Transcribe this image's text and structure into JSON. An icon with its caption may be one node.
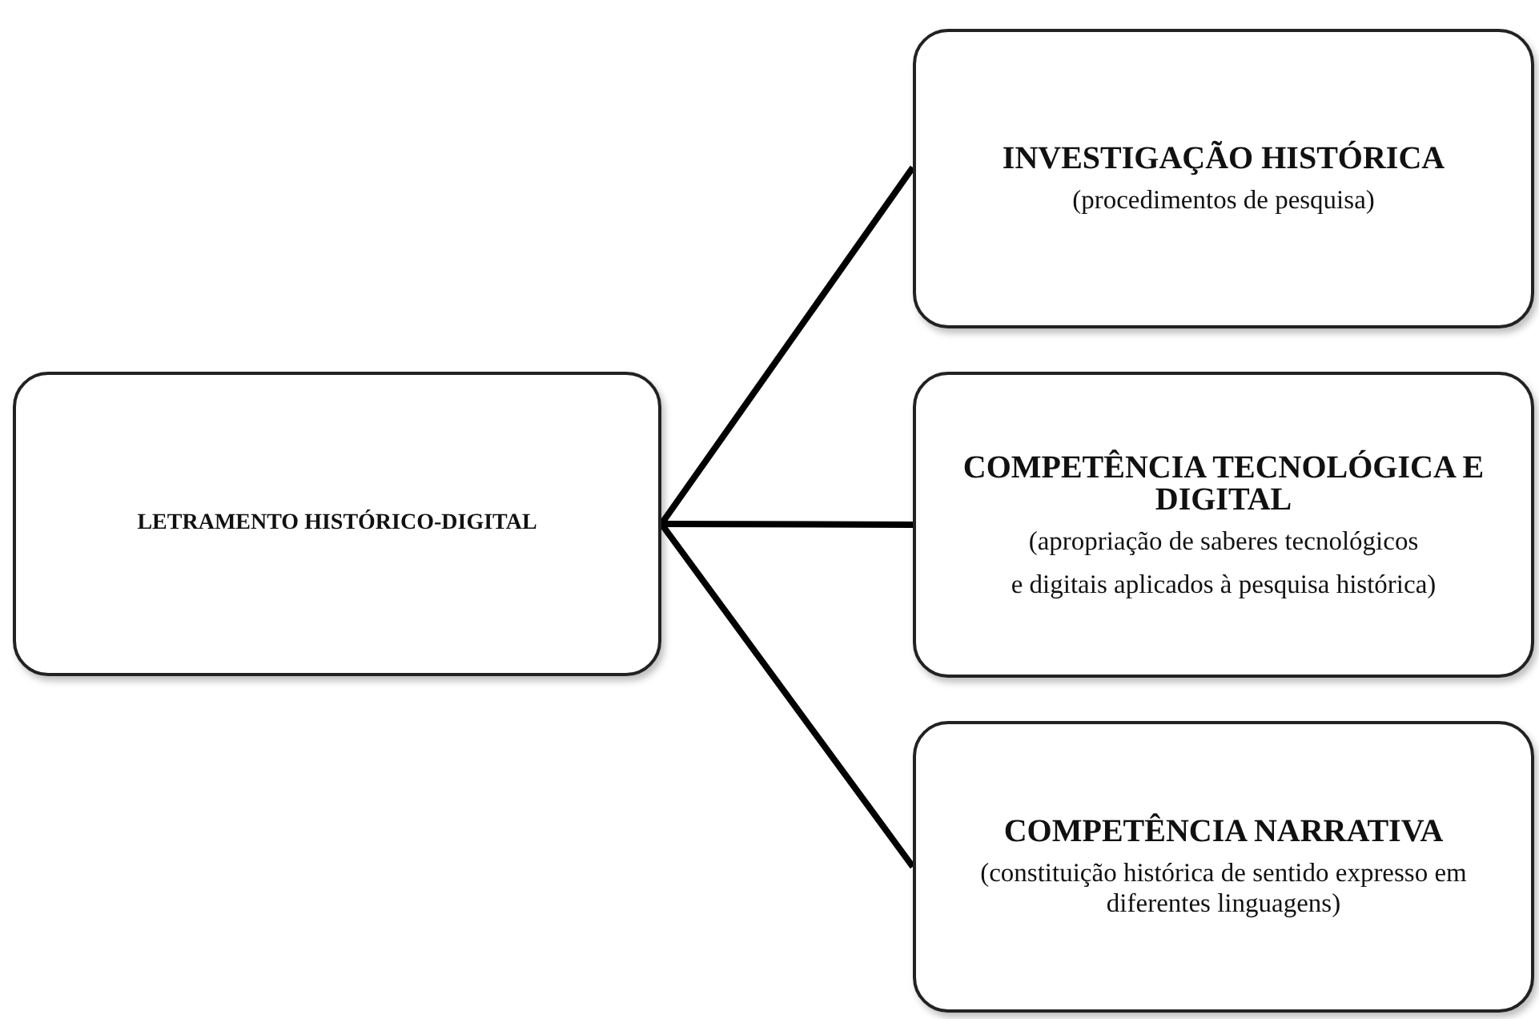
{
  "diagram": {
    "nodes": [
      {
        "text": [
          "LETRAMENTO HISTÓRICO-DIGITAL"
        ]
      },
      {
        "text": [
          "INVESTIGAÇÃO HISTÓRICA",
          "(procedimentos de pesquisa)"
        ]
      },
      {
        "text": [
          "COMPETÊNCIA TECNOLÓGICA E DIGITAL",
          "(apropriação de saberes tecnológicos",
          "e digitais aplicados à pesquisa histórica)"
        ]
      },
      {
        "text": [
          "COMPETÊNCIA NARRATIVA",
          "(constituição histórica de sentido expresso em diferentes linguagens)"
        ]
      }
    ],
    "edges": [
      {
        "from": 0,
        "to": 1,
        "arrow": "none"
      },
      {
        "from": 0,
        "to": 2,
        "arrow": "none"
      },
      {
        "from": 0,
        "to": 3,
        "arrow": "none"
      }
    ]
  }
}
